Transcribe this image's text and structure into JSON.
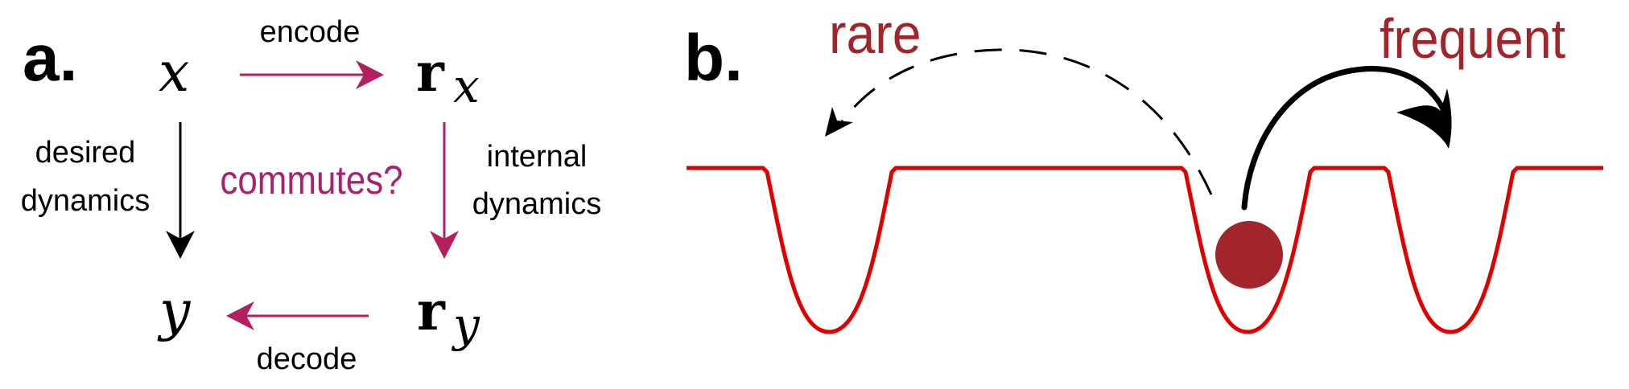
{
  "panel_a": {
    "label": "a.",
    "var_x": "x",
    "var_y": "y",
    "r_symbol": "r",
    "rx_sub": "x",
    "ry_sub": "y",
    "encode": "encode",
    "decode": "decode",
    "desired_1": "desired",
    "desired_2": "dynamics",
    "internal_1": "internal",
    "internal_2": "dynamics",
    "question": "commutes?"
  },
  "panel_b": {
    "label": "b.",
    "rare": "rare",
    "frequent": "frequent"
  },
  "colors": {
    "black": "#000000",
    "magenta_arrow": "#b51f5f",
    "magenta_text": "#a8226e",
    "dark_red_text": "#a1252b",
    "potential_red": "#e00000",
    "ball": "#a1252b"
  }
}
